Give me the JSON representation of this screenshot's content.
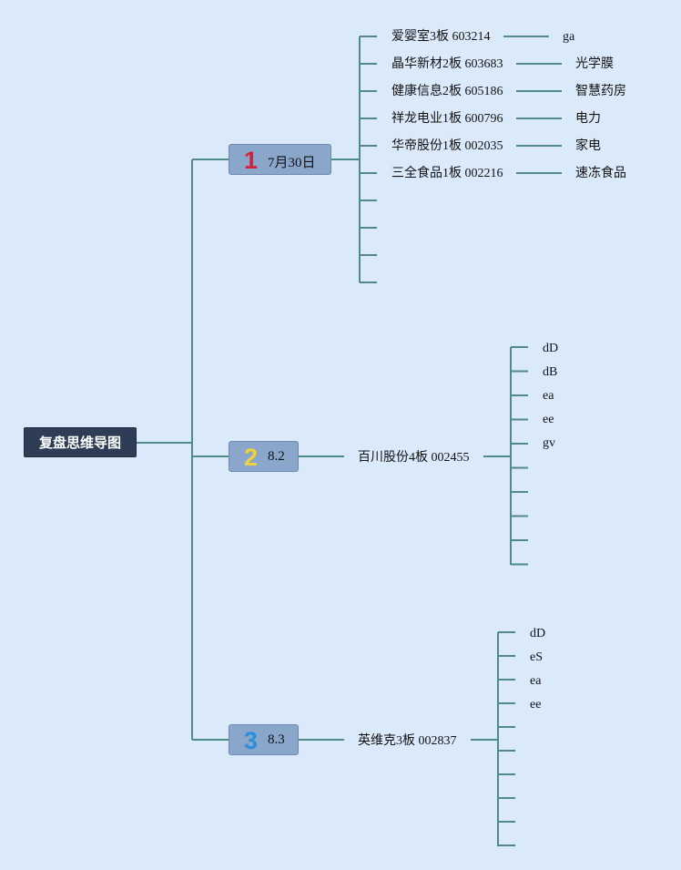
{
  "root": {
    "label": "复盘思维导图"
  },
  "colors": {
    "line": "#4f8b87",
    "root_bg": "#2e3d55",
    "date_bg": "#8aa7cb"
  },
  "dates": [
    {
      "badge": "1",
      "badge_color": "#d1203a",
      "label": "7月30日",
      "stocks": [
        {
          "label": "爱婴室3板 603214",
          "note": "ga"
        },
        {
          "label": "晶华新材2板 603683",
          "note": "光学膜"
        },
        {
          "label": "健康信息2板 605186",
          "note": "智慧药房"
        },
        {
          "label": "祥龙电业1板 600796",
          "note": "电力"
        },
        {
          "label": "华帝股份1板 002035",
          "note": "家电"
        },
        {
          "label": "三全食品1板 002216",
          "note": "速冻食品"
        }
      ]
    },
    {
      "badge": "2",
      "badge_color": "#f0d23a",
      "label": "8.2",
      "stock": {
        "label": "百川股份4板 002455",
        "notes": [
          "dD",
          "dB",
          "ea",
          "ee",
          "gv"
        ]
      }
    },
    {
      "badge": "3",
      "badge_color": "#2a8fd8",
      "label": "8.3",
      "stock": {
        "label": "英维克3板 002837",
        "notes": [
          "dD",
          "eS",
          "ea",
          "ee"
        ]
      }
    }
  ]
}
